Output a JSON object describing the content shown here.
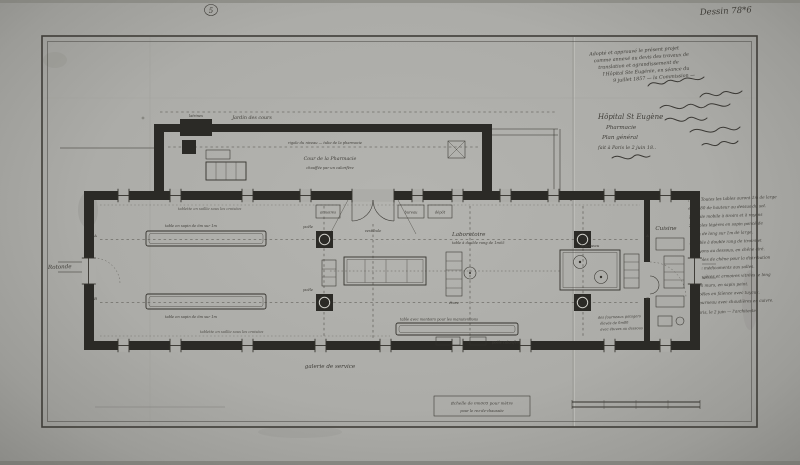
{
  "photo": {
    "sheet_number": "5",
    "drawing_ref": "Dessin 78*6"
  },
  "approval": {
    "lines": [
      "Adopté et approuvé le présent projet",
      "comme annexé au devis des travaux de",
      "translation et agrandissement de",
      "l'Hôpital Ste Eugénie, en séance du",
      "9 juillet 1857 — la Commission —"
    ]
  },
  "title_block": {
    "hospital": "Hôpital St Eugène",
    "dept": "Pharmacie",
    "doc": "Plan général",
    "date": "fait à Paris le 2 juin 18.."
  },
  "legend": {
    "lines": [
      "Nota. Toutes les tables auront 1m de large",
      "et 0m80 de hauteur au dessus du sol.",
      "1. Table mobile à tiroirs et à rayons",
      "2. Tables légères en sapin poncé de",
      "6m de long sur 1m de large.",
      "3. Table à double rang de tiroirs et",
      "rayons au dessous, en chêne ciré.",
      "4. Tables de chêne pour la distribution",
      "des médicaments aux salles.",
      "5. Étagères et armoires vitrées le long",
      "des murs, en sapin peint.",
      "6. Poêles en faïence avec tuyaux.",
      "7. Fourneau avec chaudières en cuivre.",
      "Paris, le 2 juin — l'architecte."
    ]
  },
  "plan": {
    "garden": "Jardin des cours",
    "latrines": "latrines",
    "pipe": "rigole du niveau — tube de la pharmacie",
    "court": "Cour de la Pharmacie",
    "court_heating": "chauffée par un calorifère",
    "rotunda": "Rotonde",
    "gallery": "galerie de service",
    "kitchen": "Cuisine",
    "laboratory": "Laboratoire",
    "laboratory_sub": "table à double rang de 1m05",
    "table_fir": "table en sapin de 6m sur 1m",
    "stove": "poêle",
    "furnace": "fourneau",
    "potager_lines": [
      "des fourneaux potagers",
      "élevés de 0m80",
      "avec étuves au dessous"
    ],
    "bench": "table avec montoirs pour les manutentions",
    "small_stove": "poêle calorifère",
    "shelf_note": "tablette en saillie sous les croisées",
    "vestibule": "vestibule",
    "bureau": "bureau",
    "depot": "dépôt",
    "armoires": "armoires",
    "etuve": "étuve",
    "marker_a": "A",
    "marker_b": "B"
  },
  "scale_box": {
    "line1": "Échelle de 0m005 pour mètre",
    "line2": "pour le rez-de-chaussée"
  }
}
